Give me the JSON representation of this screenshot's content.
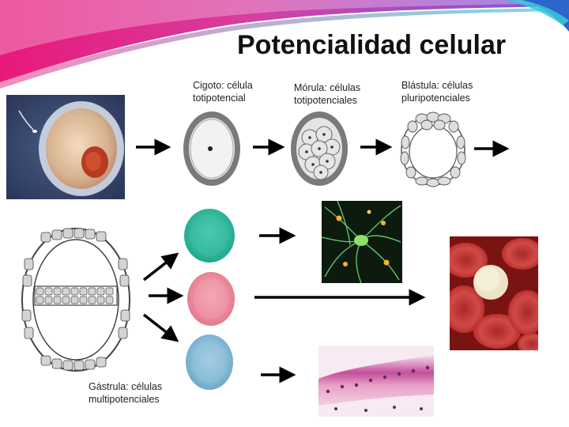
{
  "slide": {
    "title": "Potencialidad celular",
    "colors": {
      "accent_magenta": "#e0207a",
      "accent_teal": "#38c7d8",
      "accent_blue": "#2b66c8"
    }
  },
  "stages": {
    "cigoto": {
      "line1": "Cigoto: célula",
      "line2": "totipotencial"
    },
    "morula": {
      "line1": "Mórula: células",
      "line2": "totipotenciales"
    },
    "blastula": {
      "line1": "Blástula: células",
      "line2": "pluripotenciales"
    },
    "gastrula": {
      "line1": "Gástrula: células",
      "line2": "multipotenciales"
    }
  }
}
